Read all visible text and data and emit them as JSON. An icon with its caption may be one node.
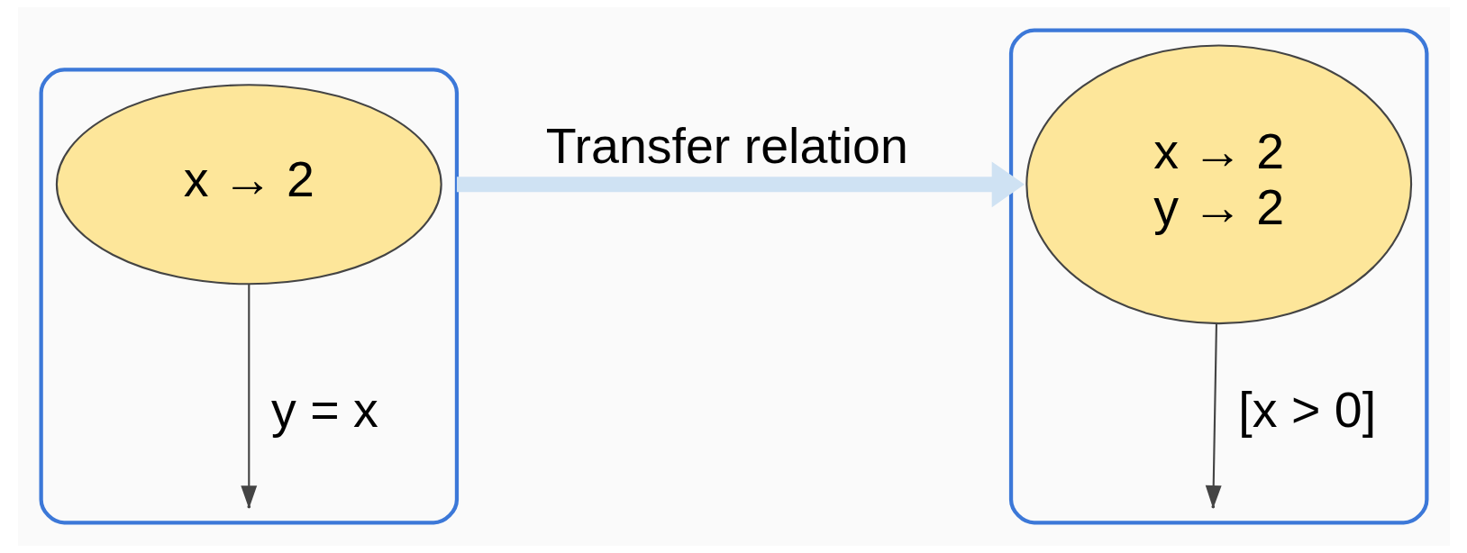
{
  "diagram": {
    "nodes": [
      {
        "text": [],
        "shape": "ellipse"
      },
      {
        "text": [
          "x → 2"
        ],
        "in": 0
      },
      {
        "text": [],
        "shape": "ellipse"
      },
      {
        "text": [
          "x → 2",
          "y → 2"
        ],
        "in": 2
      }
    ],
    "edges": [
      {
        "from": 1,
        "to": null,
        "arrow": "to",
        "label": "y = x"
      },
      {
        "from": 0,
        "to": 2,
        "arrow": "to",
        "label": "Transfer relation",
        "style": "thick",
        "color": "#cfe2f3"
      },
      {
        "from": 3,
        "to": null,
        "arrow": "to",
        "label": "[x > 0]"
      }
    ]
  }
}
